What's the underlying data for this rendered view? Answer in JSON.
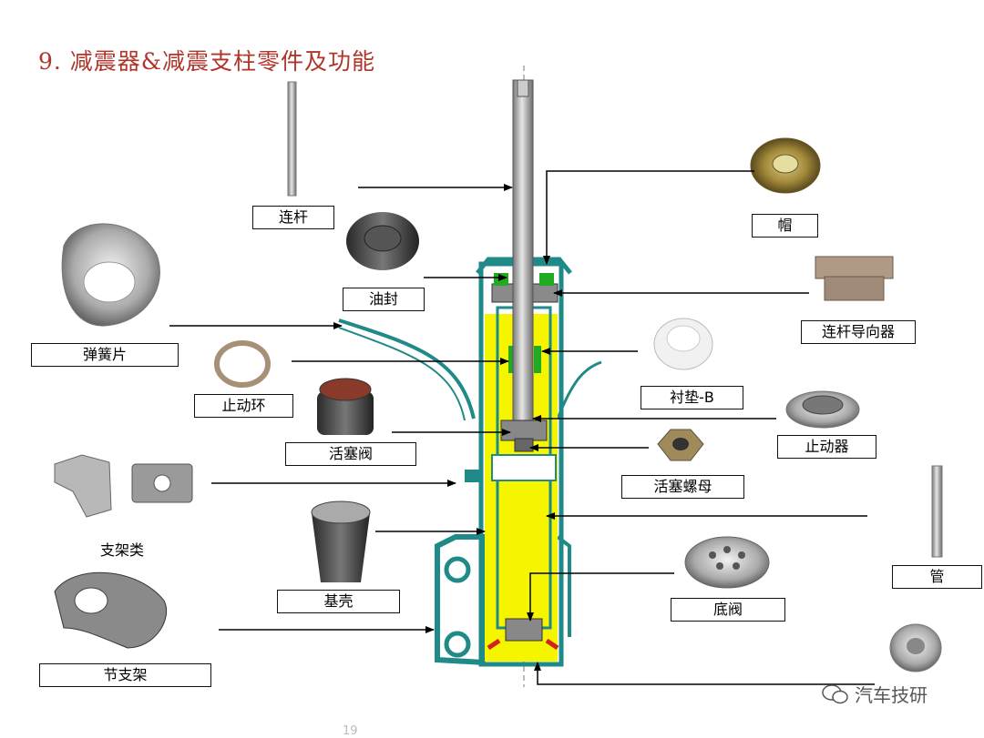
{
  "title": "9. 减震器&减震支柱零件及功能",
  "labels": {
    "rod": "连杆",
    "cap": "帽",
    "oil_seal": "油封",
    "rod_guide": "连杆导向器",
    "spring_plate": "弹簧片",
    "stop_ring": "止动环",
    "bushing_b": "衬垫-B",
    "stopper": "止动器",
    "piston_valve": "活塞阀",
    "piston_nut": "活塞螺母",
    "bracket_class": "支架类",
    "tube": "管",
    "base_shell": "基壳",
    "base_valve": "底阀",
    "knuckle_bracket": "节支架"
  },
  "watermark": "汽车技研",
  "page_number": "19",
  "colors": {
    "title": "#b0362c",
    "fluid": "#f5f500",
    "shell": "#1f8a88",
    "rod": "#b4b4b4",
    "seal": "#22aa22",
    "red": "#d42020"
  }
}
